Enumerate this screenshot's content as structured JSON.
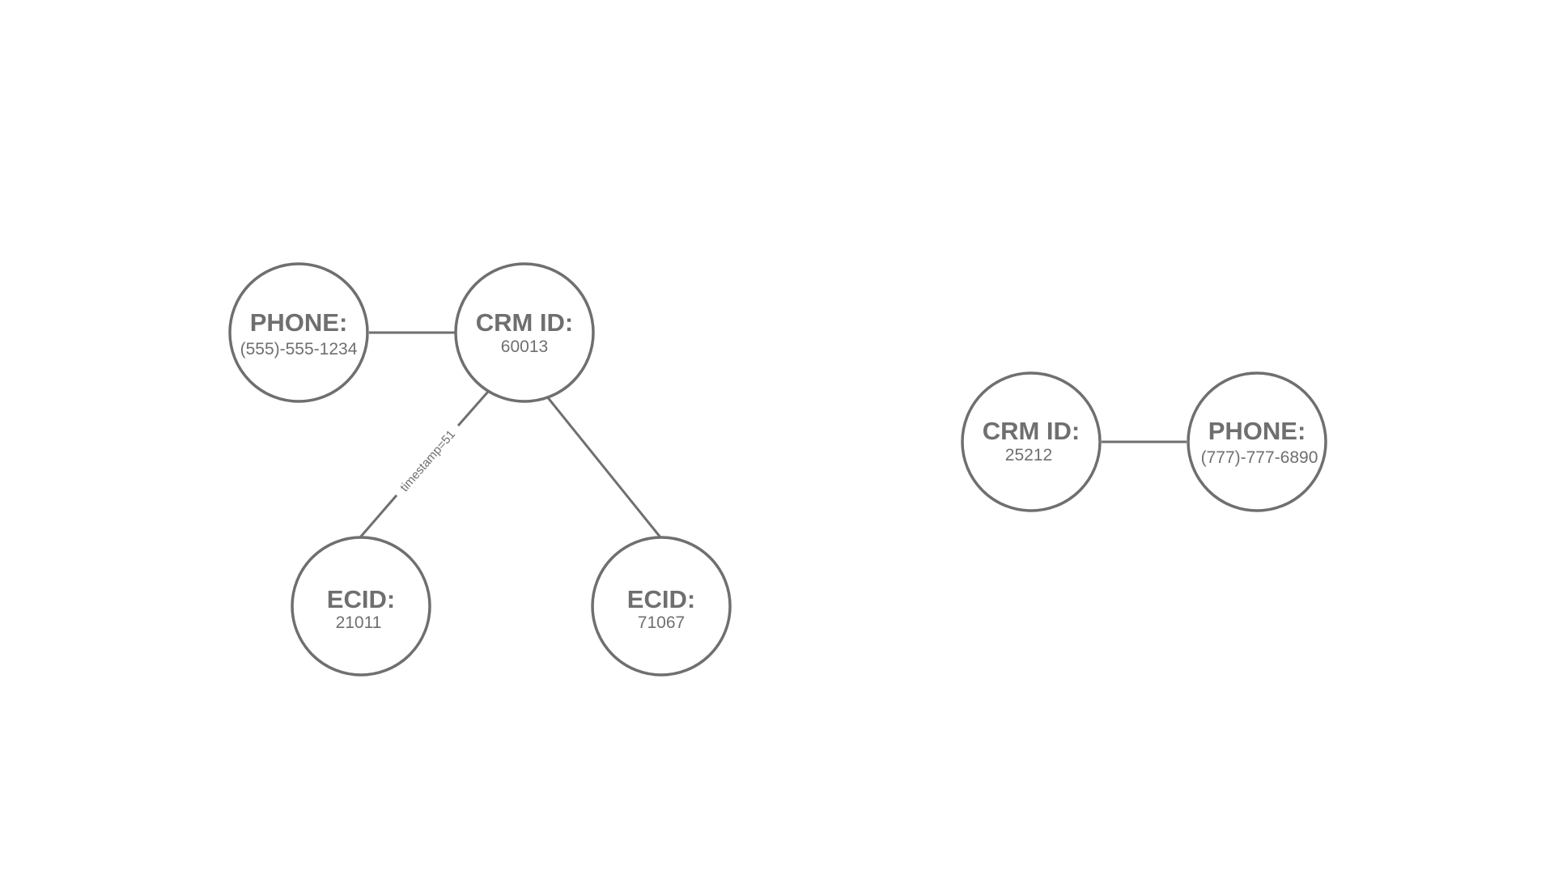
{
  "graphs": [
    {
      "nodes": [
        {
          "title": "PHONE:",
          "value": "(555)-555-1234"
        },
        {
          "title": "CRM ID:",
          "value": "60013"
        },
        {
          "title": "ECID:",
          "value": "21011"
        },
        {
          "title": "ECID:",
          "value": "71067"
        }
      ],
      "edges": [
        {
          "from": "PHONE: (555)-555-1234",
          "to": "CRM ID: 60013",
          "label": ""
        },
        {
          "from": "CRM ID: 60013",
          "to": "ECID: 21011",
          "label": "timestamp=51"
        },
        {
          "from": "CRM ID: 60013",
          "to": "ECID: 71067",
          "label": ""
        }
      ]
    },
    {
      "nodes": [
        {
          "title": "CRM ID:",
          "value": "25212"
        },
        {
          "title": "PHONE:",
          "value": "(777)-777-6890"
        }
      ],
      "edges": [
        {
          "from": "CRM ID: 25212",
          "to": "PHONE: (777)-777-6890",
          "label": ""
        }
      ]
    }
  ],
  "colors": {
    "stroke": "#6f6f6f",
    "text": "#6f6f6f",
    "background": "#ffffff"
  }
}
